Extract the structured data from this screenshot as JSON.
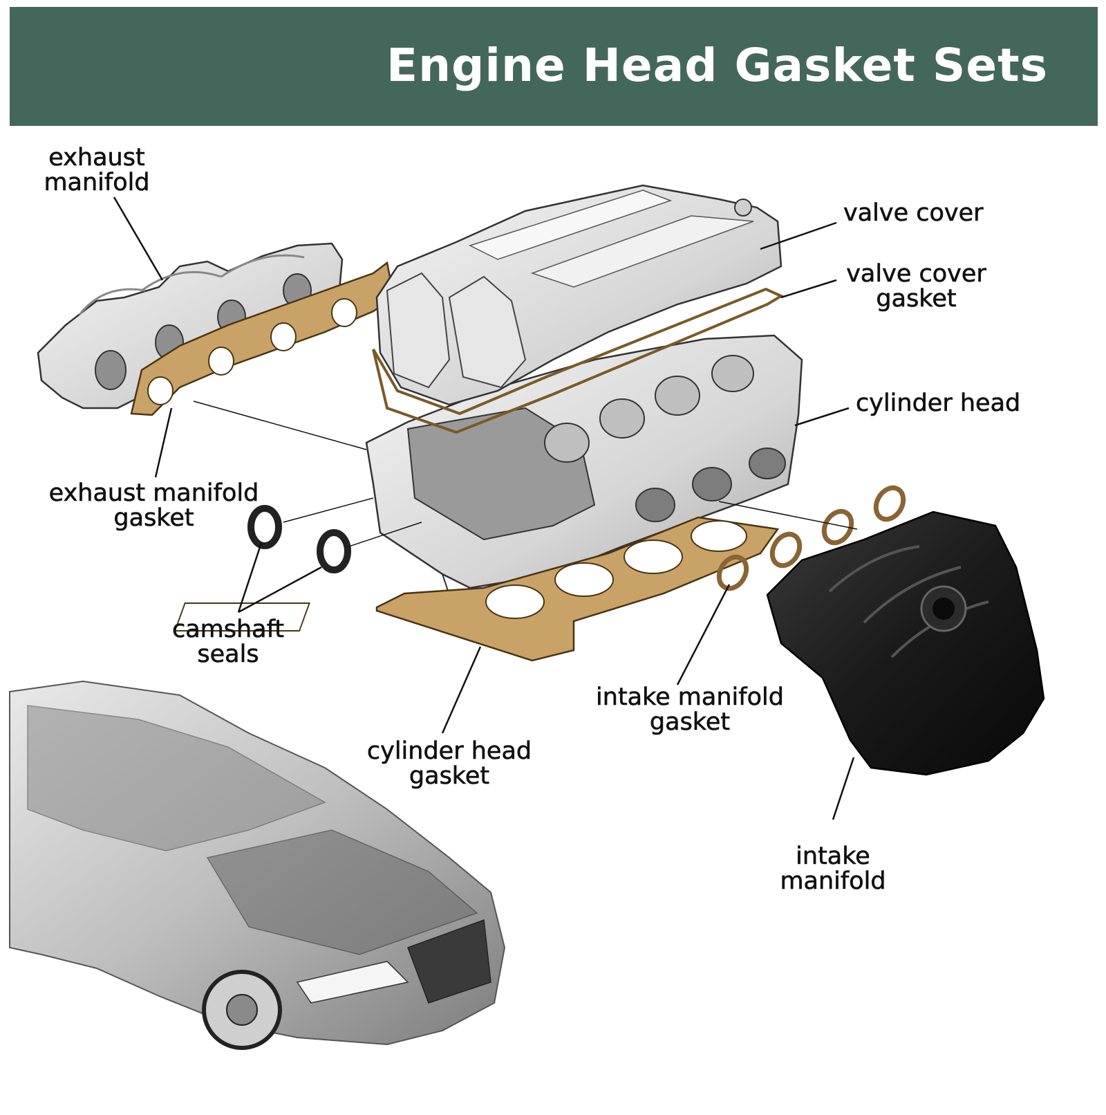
{
  "title": "Engine Head Gasket Sets",
  "labels": {
    "exhaust_manifold": [
      "exhaust",
      "manifold"
    ],
    "valve_cover": [
      "valve cover"
    ],
    "valve_cover_gasket": [
      "valve cover",
      "gasket"
    ],
    "cylinder_head": [
      "cylinder head"
    ],
    "exhaust_manifold_gasket": [
      "exhaust manifold",
      "gasket"
    ],
    "camshaft_seals": [
      "camshaft",
      "seals"
    ],
    "intake_manifold_gasket": [
      "intake manifold",
      "gasket"
    ],
    "cylinder_head_gasket": [
      "cylinder head",
      "gasket"
    ],
    "intake_manifold": [
      "intake",
      "manifold"
    ]
  },
  "colors": {
    "banner": "#44675b",
    "gasket": "#c9a267",
    "metal": "#dcdcdc",
    "intake_plastic": "#1b1b1b"
  }
}
